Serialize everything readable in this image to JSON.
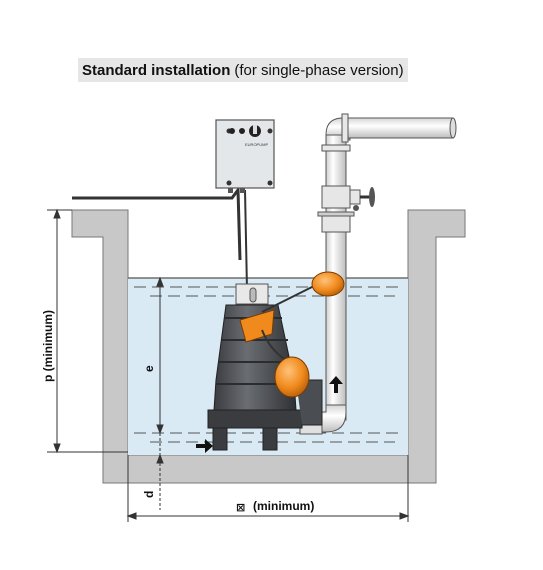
{
  "title": {
    "main": "Standard installation",
    "sub": "(for single-phase version)"
  },
  "labels": {
    "p": "p (minimum)",
    "e": "e",
    "d": "d",
    "width": "(minimum)",
    "width_symbol": "⊠",
    "brand": "EUROPUMP"
  },
  "colors": {
    "water": "#d9eaf5",
    "pit_wall": "#c8c8c8",
    "pump_body": "#4b4e52",
    "float": "#f08a1c",
    "pipe": "#eeeeee"
  }
}
